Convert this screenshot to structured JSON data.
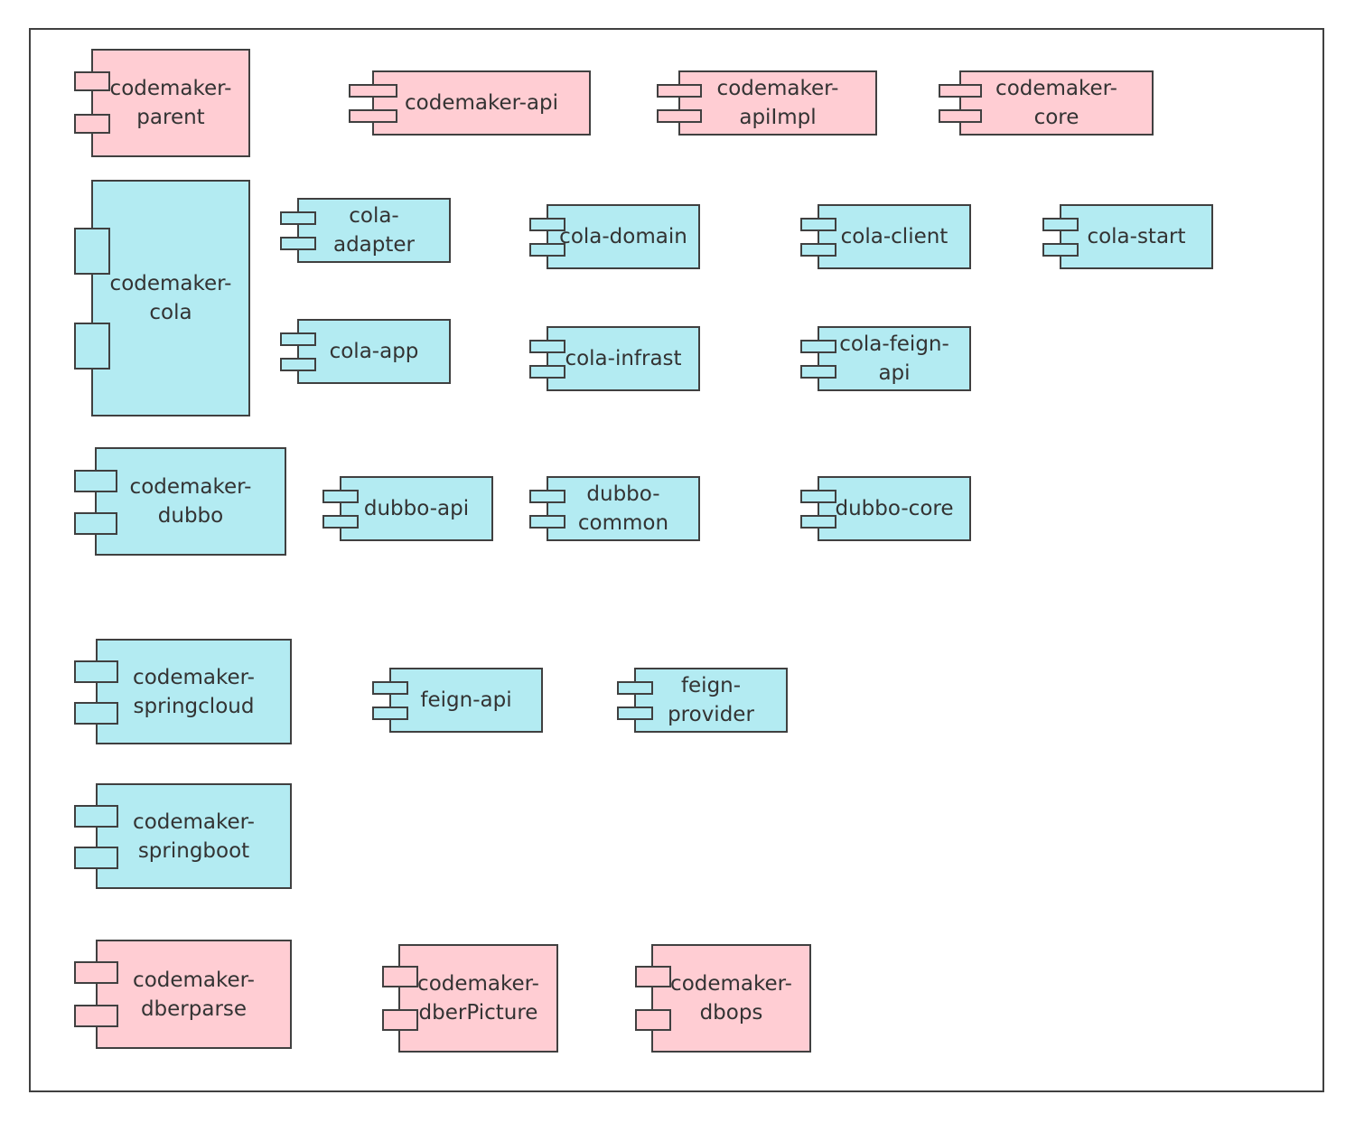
{
  "colors": {
    "core_module": "#ffcdd3",
    "framework_module": "#b3ebf2",
    "stroke": "#404040",
    "text": "#333333"
  },
  "components": [
    {
      "id": "codemaker-parent",
      "label": "codemaker-\nparent",
      "color": "pink"
    },
    {
      "id": "codemaker-api",
      "label": "codemaker-api",
      "color": "pink"
    },
    {
      "id": "codemaker-apiimpl",
      "label": "codemaker-\napiImpl",
      "color": "pink"
    },
    {
      "id": "codemaker-core",
      "label": "codemaker-\ncore",
      "color": "pink"
    },
    {
      "id": "codemaker-cola",
      "label": "codemaker-\ncola",
      "color": "cyan"
    },
    {
      "id": "cola-adapter",
      "label": "cola-\nadapter",
      "color": "cyan"
    },
    {
      "id": "cola-domain",
      "label": "cola-domain",
      "color": "cyan"
    },
    {
      "id": "cola-client",
      "label": "cola-client",
      "color": "cyan"
    },
    {
      "id": "cola-start",
      "label": "cola-start",
      "color": "cyan"
    },
    {
      "id": "cola-app",
      "label": "cola-app",
      "color": "cyan"
    },
    {
      "id": "cola-infrast",
      "label": "cola-infrast",
      "color": "cyan"
    },
    {
      "id": "cola-feign-api",
      "label": "cola-feign-\napi",
      "color": "cyan"
    },
    {
      "id": "codemaker-dubbo",
      "label": "codemaker-\ndubbo",
      "color": "cyan"
    },
    {
      "id": "dubbo-api",
      "label": "dubbo-api",
      "color": "cyan"
    },
    {
      "id": "dubbo-common",
      "label": "dubbo-\ncommon",
      "color": "cyan"
    },
    {
      "id": "dubbo-core",
      "label": "dubbo-core",
      "color": "cyan"
    },
    {
      "id": "codemaker-springcloud",
      "label": "codemaker-\nspringcloud",
      "color": "cyan"
    },
    {
      "id": "feign-api",
      "label": "feign-api",
      "color": "cyan"
    },
    {
      "id": "feign-provider",
      "label": "feign-\nprovider",
      "color": "cyan"
    },
    {
      "id": "codemaker-springboot",
      "label": "codemaker-\nspringboot",
      "color": "cyan"
    },
    {
      "id": "codemaker-dberparse",
      "label": "codemaker-\ndberparse",
      "color": "pink"
    },
    {
      "id": "codemaker-dberpicture",
      "label": "codemaker-\ndberPicture",
      "color": "pink"
    },
    {
      "id": "codemaker-dbops",
      "label": "codemaker-\ndbops",
      "color": "pink"
    }
  ]
}
